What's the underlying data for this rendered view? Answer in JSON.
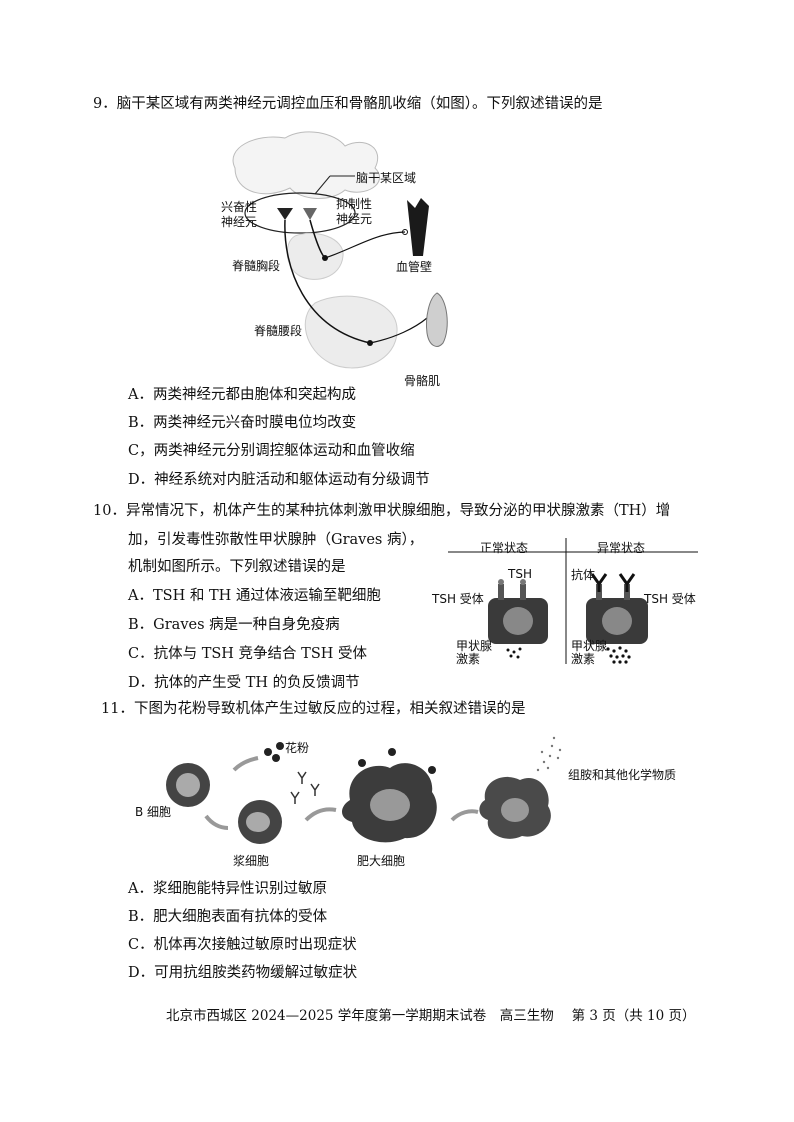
{
  "q9": {
    "stem": "9．脑干某区域有两类神经元调控血压和骨骼肌收缩（如图）。下列叙述错误的是",
    "figure": {
      "brainstem": "脑干某区域",
      "excitatory": [
        "兴奋性",
        "神经元"
      ],
      "inhibitory": [
        "抑制性",
        "神经元"
      ],
      "thoracic": "脊髓胸段",
      "vessel": "血管壁",
      "lumbar": "脊髓腰段",
      "muscle": "骨骼肌"
    },
    "options": [
      "A．两类神经元都由胞体和突起构成",
      "B．两类神经元兴奋时膜电位均改变",
      "C，两类神经元分别调控躯体运动和血管收缩",
      "D．神经系统对内脏活动和躯体运动有分级调节"
    ]
  },
  "q10": {
    "stem1": "10．异常情况下，机体产生的某种抗体刺激甲状腺细胞，导致分泌的甲状腺激素（TH）增",
    "stem2": "加，引发毒性弥散性甲状腺肿（Graves 病），",
    "stem3": "机制如图所示。下列叙述错误的是",
    "figure": {
      "normal": "正常状态",
      "abnormal": "异常状态",
      "tsh": "TSH",
      "tsh_receptor": "TSH 受体",
      "antibody": "抗体",
      "th": [
        "甲状腺",
        "激素"
      ]
    },
    "options": [
      "A．TSH 和 TH 通过体液运输至靶细胞",
      "B．Graves 病是一种自身免疫病",
      "C．抗体与 TSH 竞争结合 TSH 受体",
      "D．抗体的产生受 TH 的负反馈调节"
    ]
  },
  "q11": {
    "stem": "11．下图为花粉导致机体产生过敏反应的过程，相关叙述错误的是",
    "figure": {
      "pollen": "花粉",
      "bcell": "B 细胞",
      "plasma": "浆细胞",
      "mast": "肥大细胞",
      "histamine": "组胺和其他化学物质"
    },
    "options": [
      "A．浆细胞能特异性识别过敏原",
      "B．肥大细胞表面有抗体的受体",
      "C．机体再次接触过敏原时出现症状",
      "D．可用抗组胺类药物缓解过敏症状"
    ]
  },
  "footer": {
    "text": "北京市西城区 2024—2025 学年度第一学期期末试卷　高三生物　 第 3 页（共 10 页）"
  }
}
